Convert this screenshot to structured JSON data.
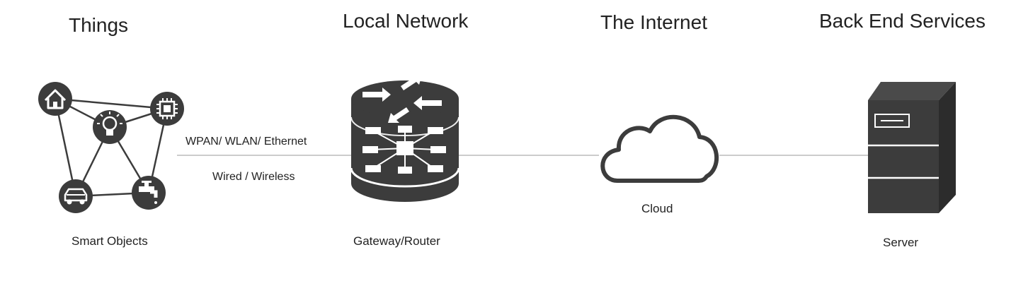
{
  "columns": [
    {
      "heading": "Things",
      "caption": "Smart Objects"
    },
    {
      "heading": "Local Network",
      "caption": "Gateway/Router"
    },
    {
      "heading": "The Internet",
      "caption": "Cloud"
    },
    {
      "heading": "Back End Services",
      "caption": "Server"
    }
  ],
  "link": {
    "protocol_label": "WPAN/ WLAN/ Ethernet",
    "medium_label": "Wired / Wireless"
  },
  "icons": {
    "smart_objects": [
      "home-icon",
      "chip-icon",
      "lightbulb-icon",
      "car-icon",
      "faucet-icon"
    ],
    "gateway": "router-icon",
    "cloud": "cloud-icon",
    "server": "server-icon"
  },
  "colors": {
    "icon_fill": "#3c3c3c",
    "connector": "#cccccc",
    "text": "#222222"
  }
}
